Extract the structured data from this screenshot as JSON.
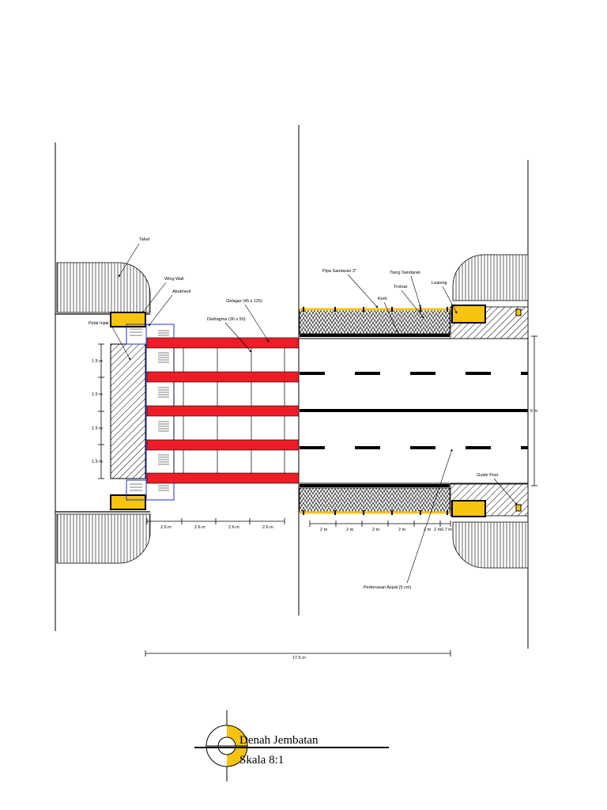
{
  "colors": {
    "girder": "#ee1c25",
    "yellow": "#f6c40f",
    "blue": "#1f2fd1",
    "line": "#000000"
  },
  "labels": {
    "talud": "Talud",
    "wing_wall": "Wing Wall",
    "abutment": "Abutment",
    "pelat_injak": "Pelat Injak",
    "gelagar": "Gelagar (45 x 125)",
    "diafragma": "Diafragma (30 x 50)",
    "pipa_sandaran": "Pipa Sandaran 3\"",
    "tiang_sandaran": "Tiang Sandaran",
    "trotoar": "Trotoar",
    "kerb": "Kerb",
    "leaning": "Leaning",
    "guide_post": "Guide Post",
    "perkerasan": "Perkerasan Aspal (5 cm)"
  },
  "dimensions": {
    "spacing_left": [
      "1.5 m",
      "1.5 m",
      "1.5 m",
      "1.5 m"
    ],
    "spacing_bottom_left": [
      "2.6 m",
      "2.6 m",
      "2.6 m",
      "2.6 m"
    ],
    "spacing_bottom_right": [
      "2 m",
      "2 m",
      "2 m",
      "2 m",
      "2 m",
      "2 m",
      "0.7 m"
    ],
    "width_right": "6 m",
    "total_length": "17.5 m"
  },
  "title_block": {
    "title": "Denah Jembatan",
    "scale": "Skala 8:1"
  }
}
